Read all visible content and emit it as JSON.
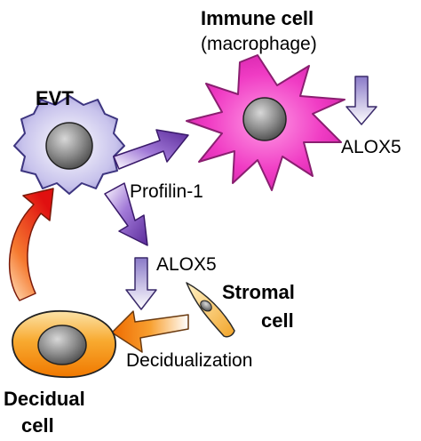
{
  "labels": {
    "evt": "EVT",
    "immune_title": "Immune cell",
    "immune_subtitle": "(macrophage)",
    "alox5_immune": "ALOX5",
    "profilin": "Profilin-1",
    "alox5_center": "ALOX5",
    "stromal_line1": "Stromal",
    "stromal_line2": "cell",
    "decidualization": "Decidualization",
    "decidual_line1": "Decidual",
    "decidual_line2": "cell"
  },
  "colors": {
    "evt_fill": "#c3bfe8",
    "evt_stroke": "#3d3580",
    "immune_fill": "#f03cc4",
    "immune_stroke": "#8a1f70",
    "nucleus": "#8c8c8c",
    "purple_arrow": "#7a3fb8",
    "lavender_arrow": "#b5a9dc",
    "red_arrow": "#e02a10",
    "orange_arrow": "#f07a10",
    "decidual_fill": "#f5a020",
    "stromal_fill": "#f8c14a"
  }
}
